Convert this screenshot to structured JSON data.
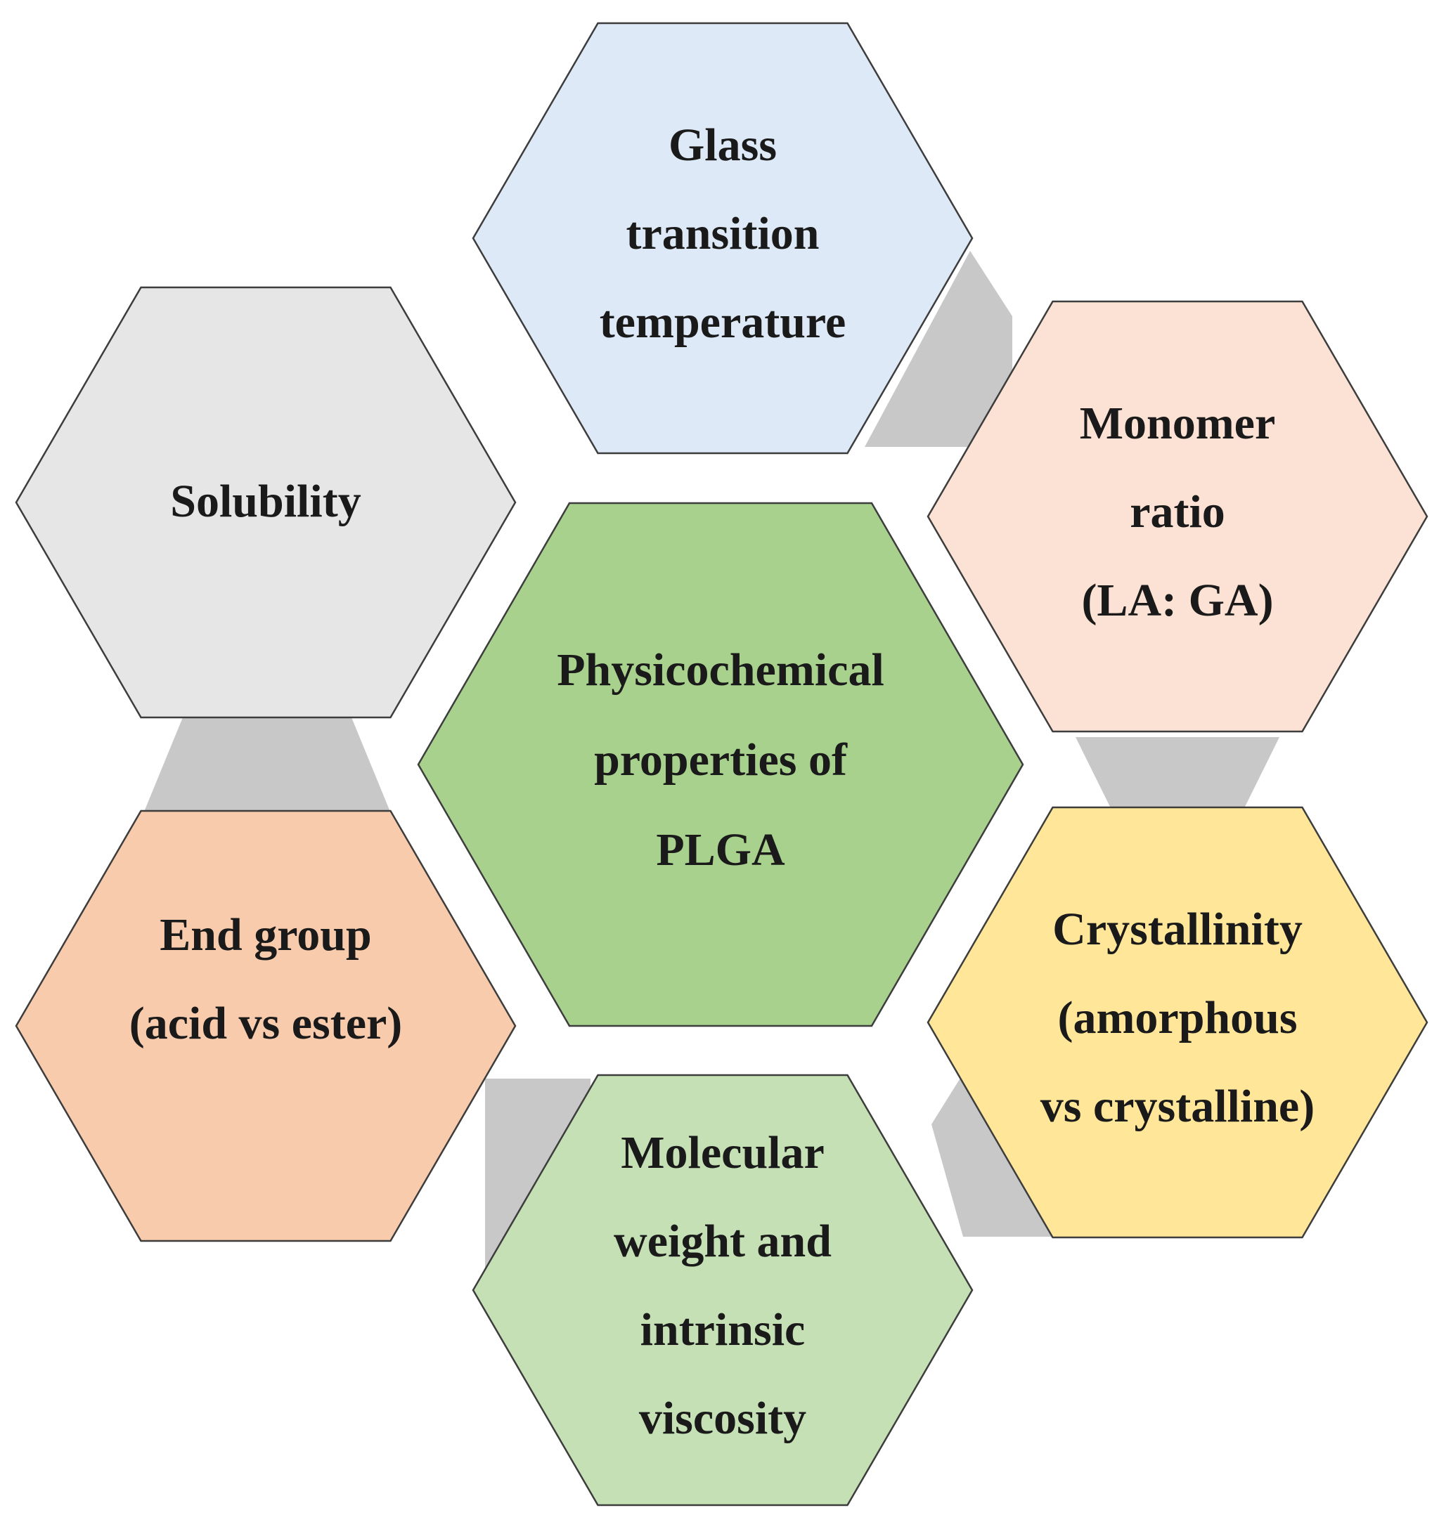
{
  "diagram": {
    "center": {
      "lines": [
        "Physicochemical",
        "properties of",
        "PLGA"
      ],
      "color": "#a9d18e"
    },
    "nodes": [
      {
        "id": "glass-transition",
        "lines": [
          "Glass",
          "transition",
          "temperature"
        ],
        "color": "#dde9f6"
      },
      {
        "id": "monomer-ratio",
        "lines": [
          "Monomer",
          "ratio",
          "(LA: GA)"
        ],
        "color": "#fbe2d5"
      },
      {
        "id": "crystallinity",
        "lines": [
          "Crystallinity",
          "(amorphous",
          "vs crystalline)"
        ],
        "color": "#ffe699"
      },
      {
        "id": "molecular-weight",
        "lines": [
          "Molecular",
          "weight and",
          "intrinsic",
          "viscosity"
        ],
        "color": "#c5e0b4"
      },
      {
        "id": "end-group",
        "lines": [
          "End group",
          "(acid vs ester)"
        ],
        "color": "#f8cbad"
      },
      {
        "id": "solubility",
        "lines": [
          "Solubility"
        ],
        "color": "#e7e6e6"
      }
    ],
    "connector_color": "#c8c8c8",
    "outline_color": "#3d3d3d"
  }
}
